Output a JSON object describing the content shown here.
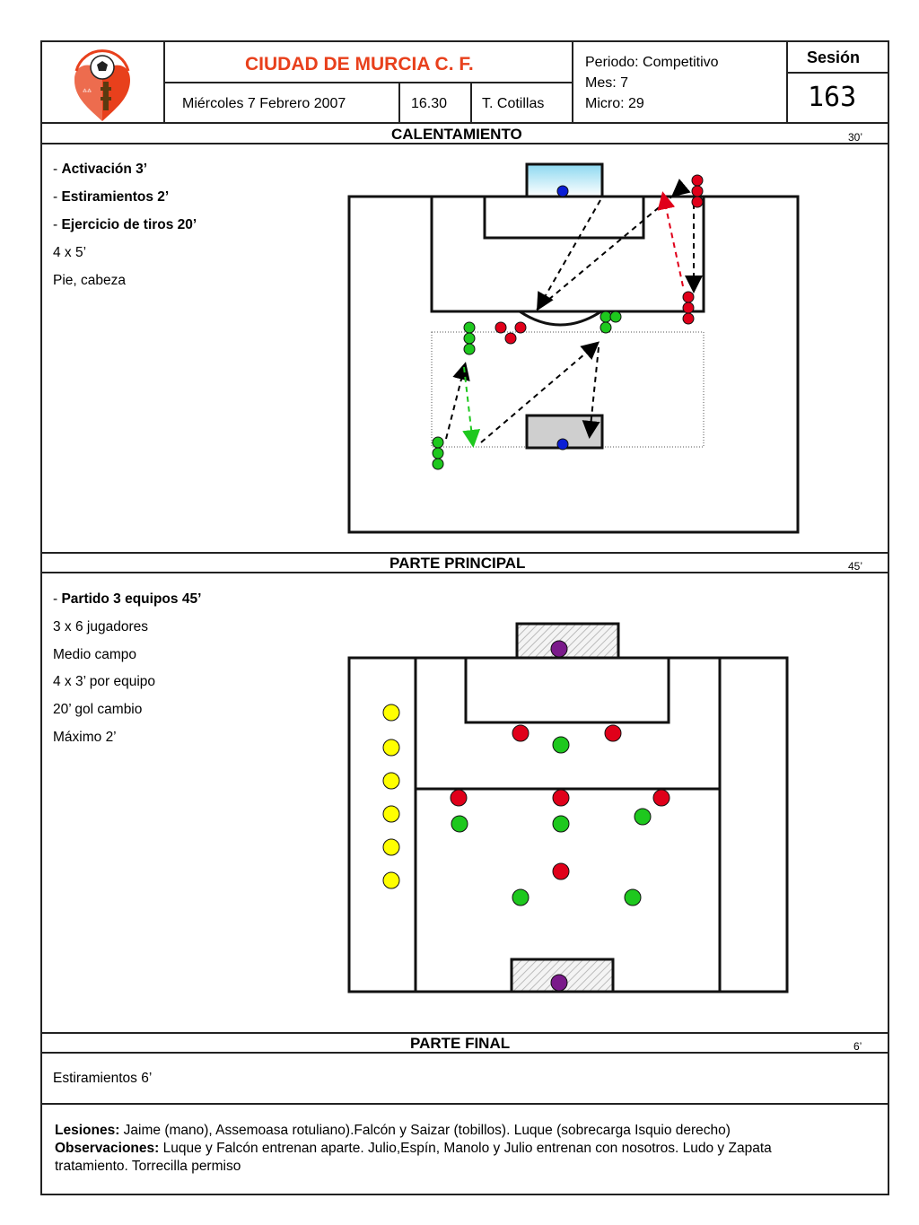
{
  "header": {
    "club_name": "CIUDAD DE MURCIA C. F.",
    "date": "Miércoles 7 Febrero 2007",
    "time": "16.30",
    "coach": "T. Cotillas",
    "periodo": "Periodo: Competitivo",
    "mes": "Mes: 7",
    "micro": "Micro: 29",
    "sesion_label": "Sesión",
    "sesion_number": "163",
    "logo_icon": "club-crest-icon"
  },
  "calentamiento": {
    "title": "CALENTAMIENTO",
    "duration": "30’",
    "items": [
      "- ",
      "Activación 3’",
      "- ",
      "Estiramientos 2’",
      "- ",
      "Ejercicio de tiros  20’"
    ],
    "extra": [
      "4 x 5’",
      "Pie, cabeza"
    ]
  },
  "parte_principal": {
    "title": "PARTE PRINCIPAL",
    "duration": "45’",
    "item_prefix": "-  ",
    "item_bold": "Partido 3 equipos 45’",
    "extra": [
      "3 x 6 jugadores",
      "Medio campo",
      "4 x 3’ por equipo",
      "20’ gol cambio",
      "Máximo 2’"
    ]
  },
  "parte_final": {
    "title": "PARTE FINAL",
    "duration": "6’",
    "text": "Estiramientos  6’"
  },
  "footer": {
    "lesiones_label": "Lesiones:",
    "lesiones_text": " Jaime (mano), Assemoasa rotuliano).Falcón y Saizar (tobillos). Luque (sobrecarga  Isquio derecho)",
    "observaciones_label": "Observaciones:",
    "observaciones_text": "  Luque y Falcón entrenan aparte. Julio,Espín, Manolo y Julio entrenan con nosotros. Ludo y Zapata",
    "observaciones_text2": " tratamiento. Torrecilla permiso"
  },
  "colors": {
    "red": "#e0001a",
    "green": "#1ec81e",
    "blue": "#0a1ed6",
    "yellow": "#ffff00",
    "purple": "#7a1a8a",
    "club": "#e8401c"
  }
}
